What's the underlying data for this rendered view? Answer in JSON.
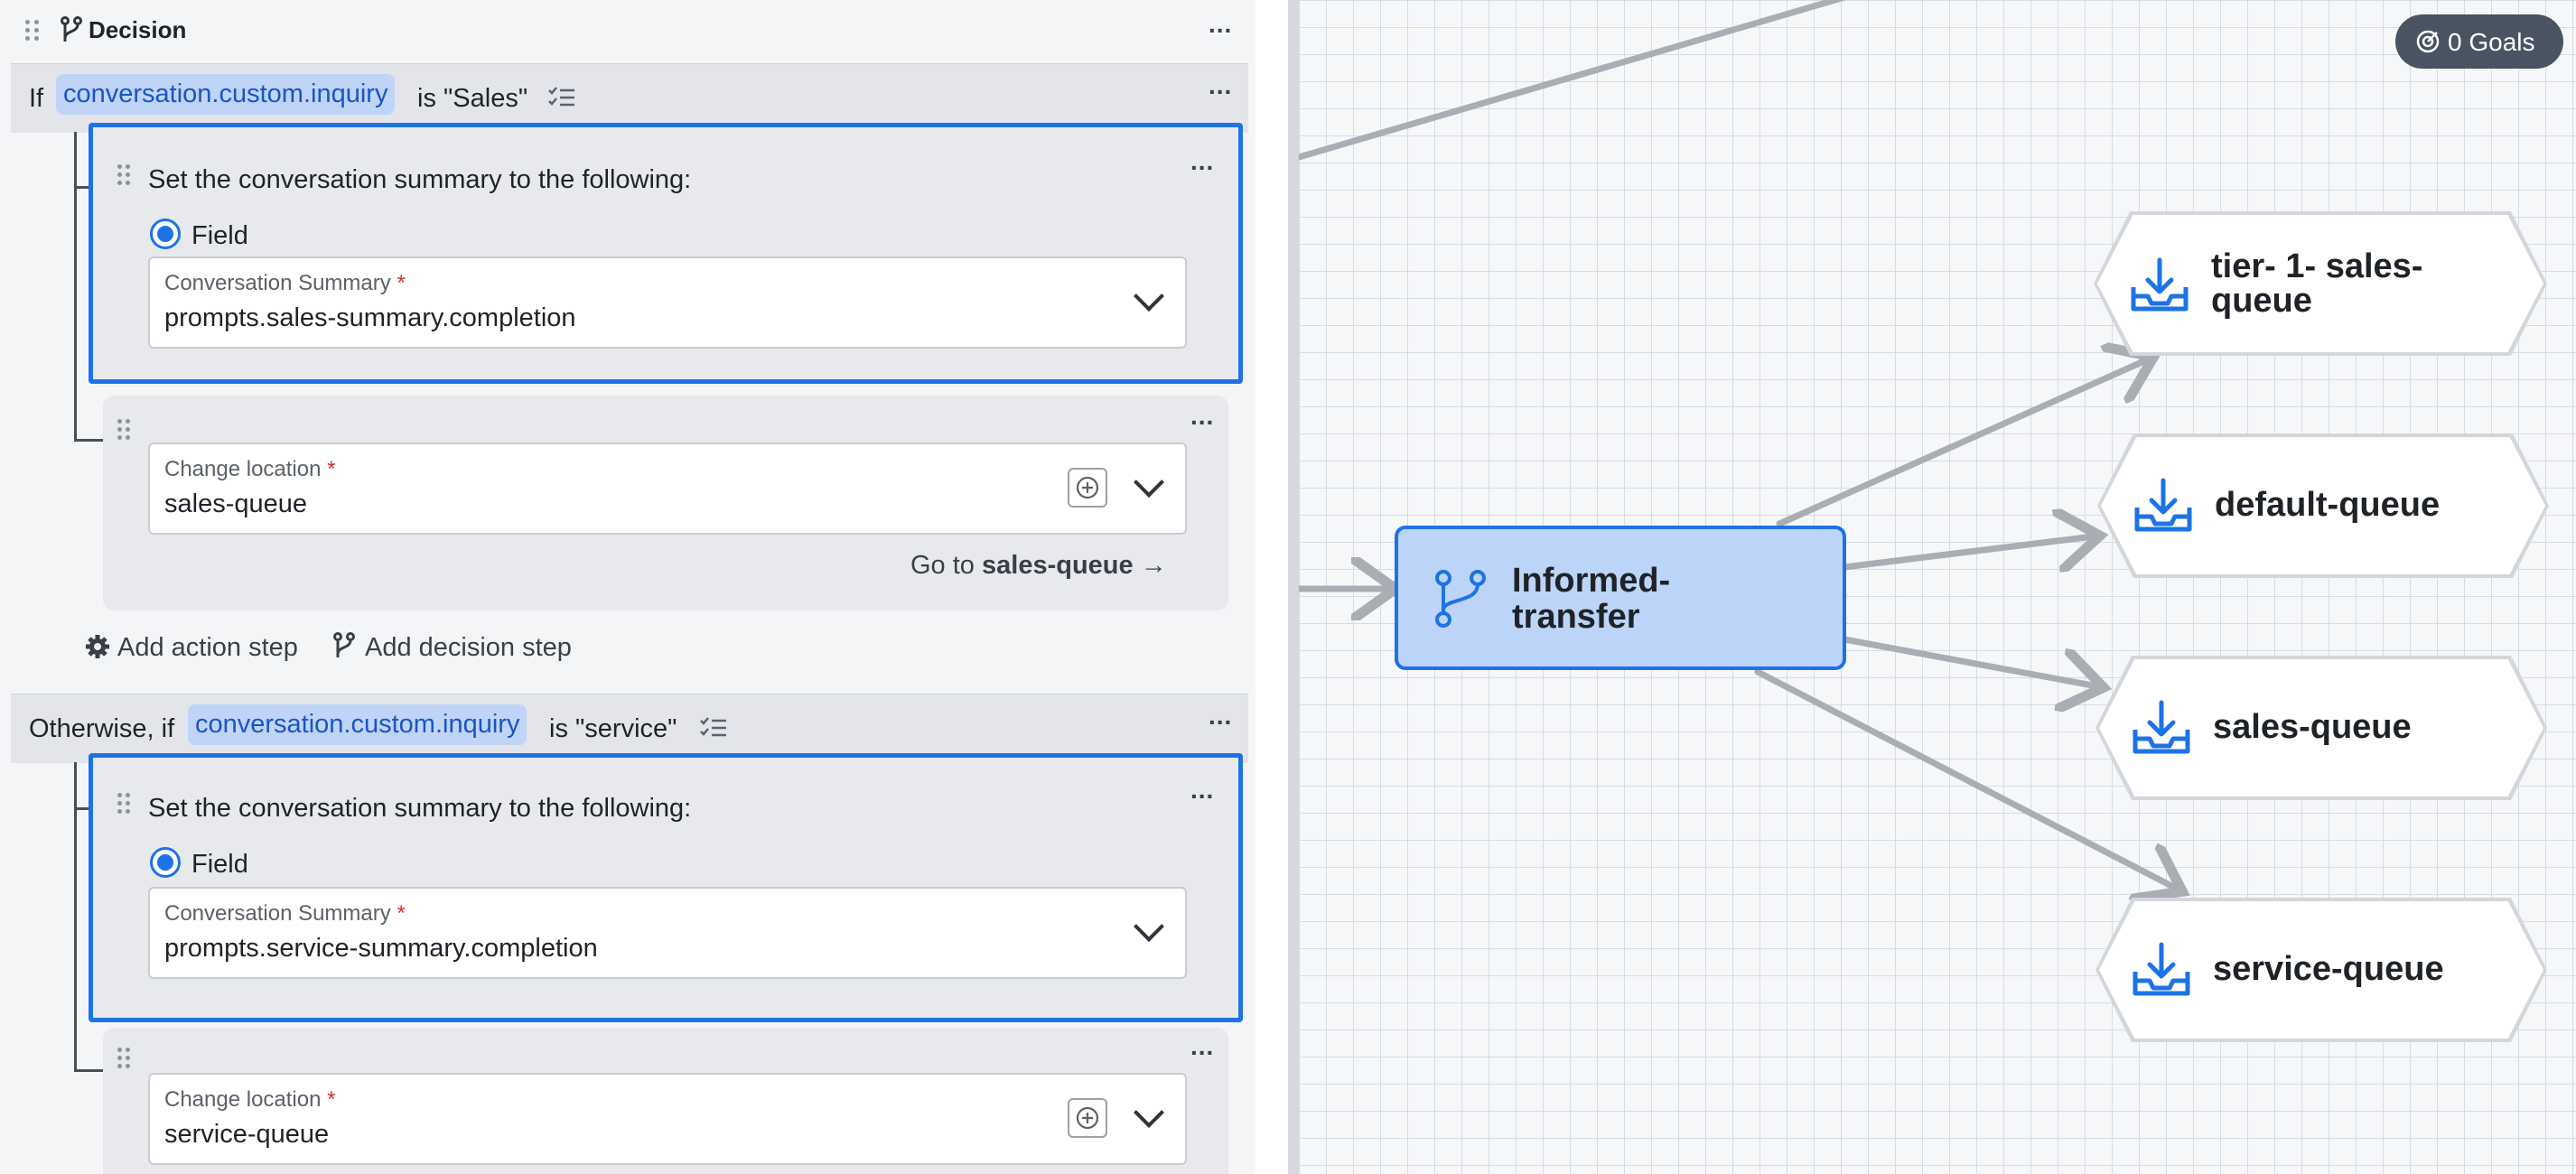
{
  "decision": {
    "title": "Decision",
    "branch1": {
      "prefix": "If",
      "variable": "conversation.custom.inquiry",
      "condition": "is \"Sales\"",
      "summary_step": {
        "title": "Set the conversation summary to the following:",
        "radio_label": "Field",
        "field_label": "Conversation Summary",
        "field_value": "prompts.sales-summary.completion"
      },
      "location_step": {
        "field_label": "Change location",
        "field_value": "sales-queue",
        "goto_prefix": "Go to",
        "goto_target": "sales-queue",
        "goto_arrow": "→"
      }
    },
    "add_action": "Add action step",
    "add_decision": "Add decision step",
    "branch2": {
      "prefix": "Otherwise, if",
      "variable": "conversation.custom.inquiry",
      "condition": "is \"service\"",
      "summary_step": {
        "title": "Set the conversation summary to the following:",
        "radio_label": "Field",
        "field_label": "Conversation Summary",
        "field_value": "prompts.service-summary.completion"
      },
      "location_step": {
        "field_label": "Change location",
        "field_value": "service-queue"
      }
    },
    "required_mark": "*",
    "menu_glyph": "..."
  },
  "canvas": {
    "goals_badge": "0 Goals",
    "center_node": {
      "line1": "Informed-",
      "line2": "transfer"
    },
    "queue_nodes": [
      {
        "line1": "tier- 1- sales-",
        "line2": "queue"
      },
      {
        "line1": "default-queue",
        "line2": ""
      },
      {
        "line1": "sales-queue",
        "line2": ""
      },
      {
        "line1": "service-queue",
        "line2": ""
      }
    ]
  },
  "colors": {
    "accent": "#1d73e6",
    "chip_bg": "#bfd4f7",
    "center_node_bg": "#bcd4f7",
    "edge": "#a9adb4"
  }
}
